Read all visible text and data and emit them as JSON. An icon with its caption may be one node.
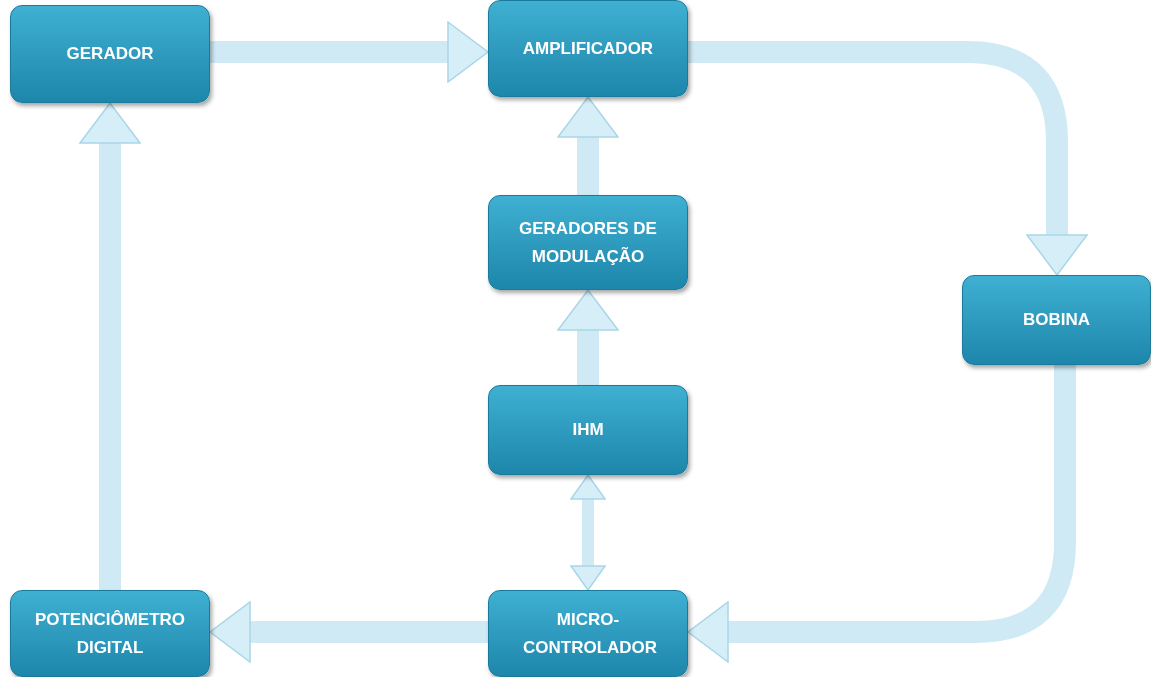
{
  "diagram": {
    "nodes": [
      {
        "text": [
          "GERADOR"
        ]
      },
      {
        "text": [
          "AMPLIFICADOR"
        ]
      },
      {
        "text": [
          "GERADORES DE MODULAÇÃO"
        ]
      },
      {
        "text": [
          "BOBINA"
        ]
      },
      {
        "text": [
          "IHM"
        ]
      },
      {
        "text": [
          "POTENCIÔMETRO DIGITAL"
        ]
      },
      {
        "text": [
          "MICRO- CONTROLADOR"
        ]
      }
    ],
    "edges": [
      {
        "from": 0,
        "to": 1,
        "arrow": "to"
      },
      {
        "from": 1,
        "to": 3,
        "arrow": "to"
      },
      {
        "from": 2,
        "to": 1,
        "arrow": "to"
      },
      {
        "from": 4,
        "to": 2,
        "arrow": "to"
      },
      {
        "from": 4,
        "to": 6,
        "arrow": "both"
      },
      {
        "from": 3,
        "to": 6,
        "arrow": "to"
      },
      {
        "from": 6,
        "to": 5,
        "arrow": "to"
      },
      {
        "from": 5,
        "to": 0,
        "arrow": "to"
      }
    ]
  }
}
